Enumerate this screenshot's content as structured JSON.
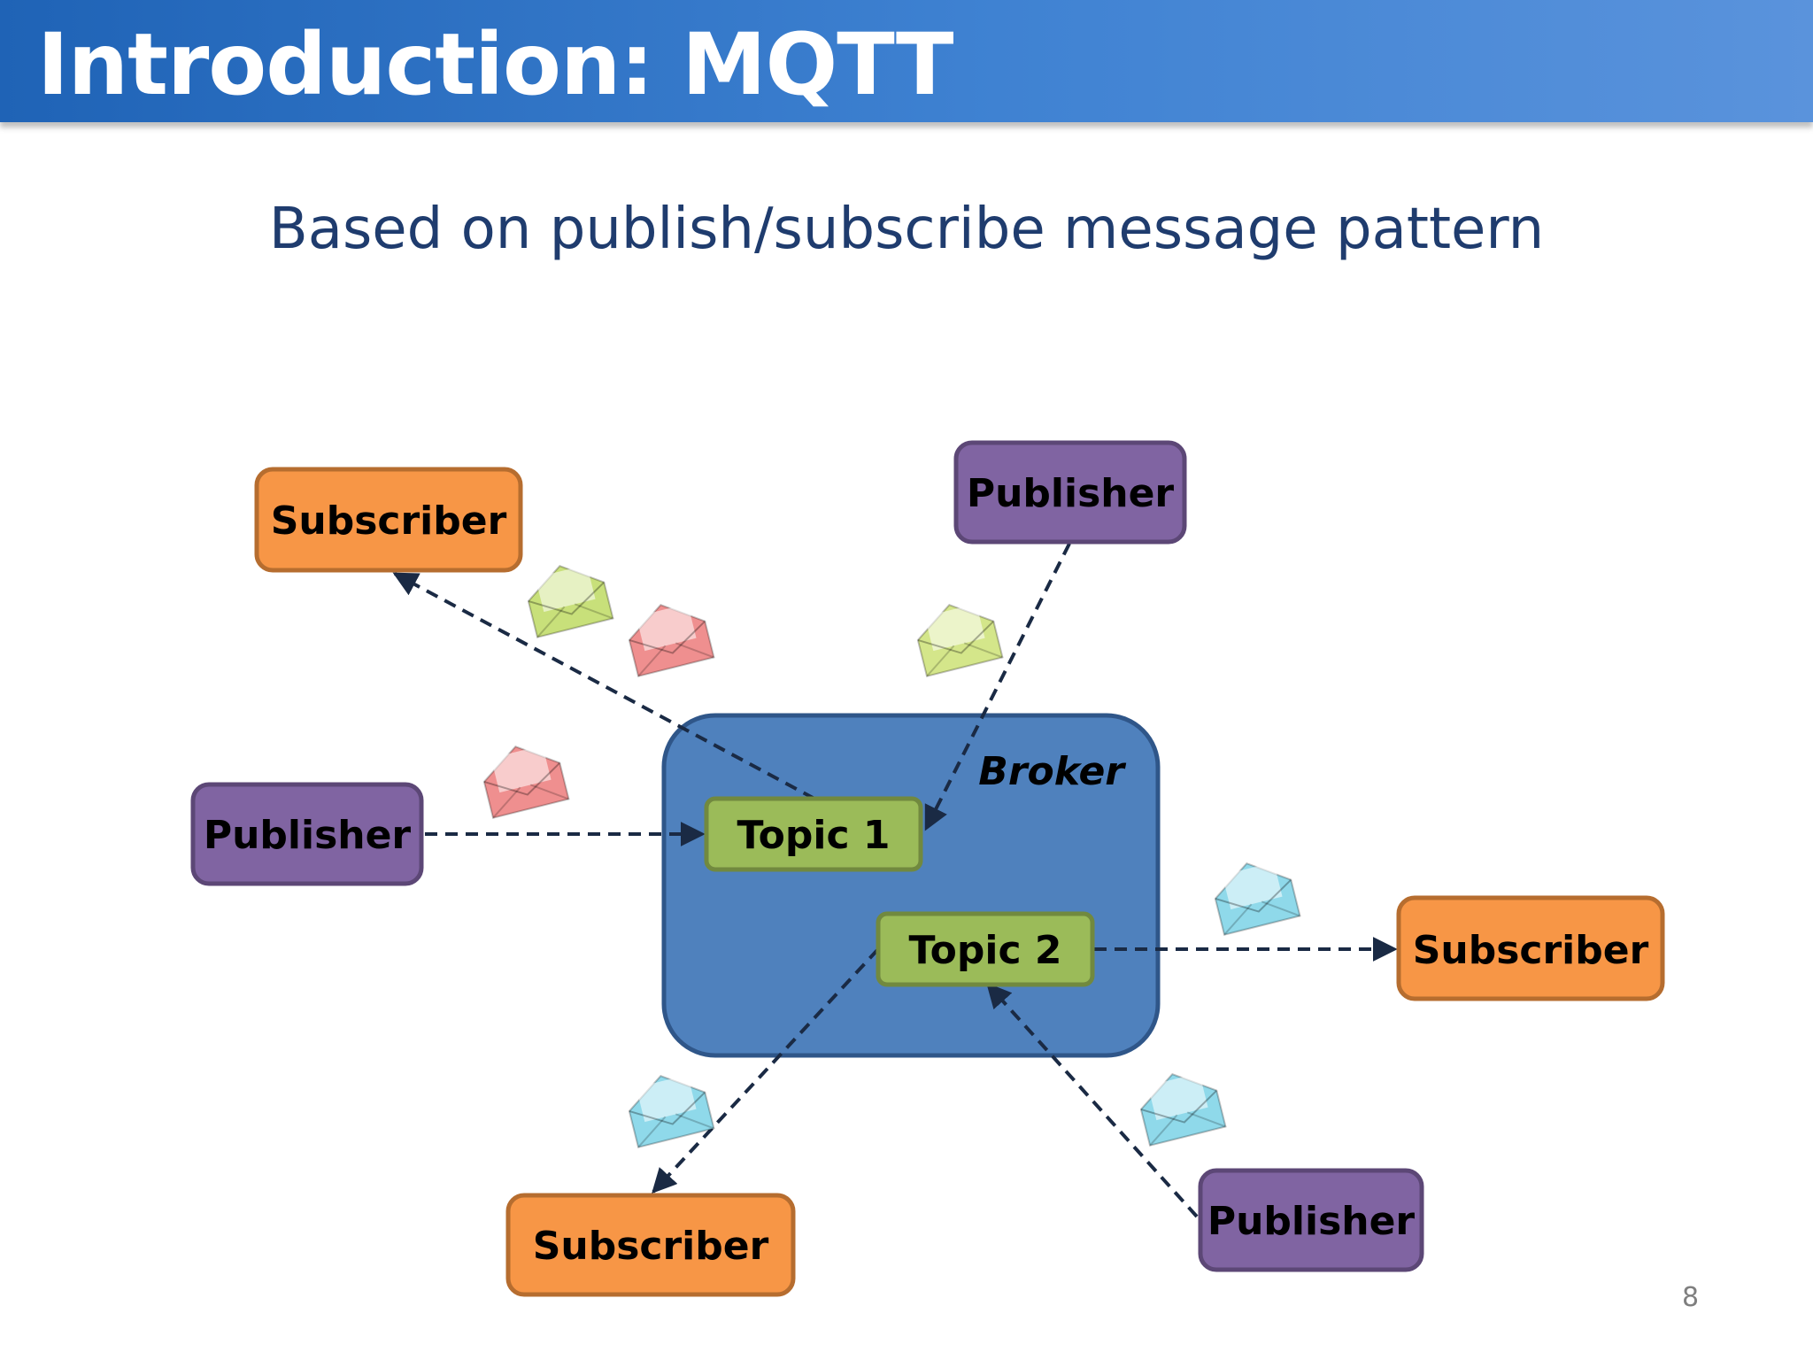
{
  "slide": {
    "title": "Introduction: MQTT",
    "subtitle": "Based on publish/subscribe message pattern",
    "page_number": "8"
  },
  "diagram": {
    "broker": {
      "label": "Broker"
    },
    "topics": [
      {
        "id": "topic1",
        "label": "Topic 1"
      },
      {
        "id": "topic2",
        "label": "Topic 2"
      }
    ],
    "nodes": [
      {
        "id": "subscriber-top-left",
        "role": "subscriber",
        "label": "Subscriber"
      },
      {
        "id": "publisher-top",
        "role": "publisher",
        "label": "Publisher"
      },
      {
        "id": "publisher-left",
        "role": "publisher",
        "label": "Publisher"
      },
      {
        "id": "subscriber-right",
        "role": "subscriber",
        "label": "Subscriber"
      },
      {
        "id": "subscriber-bottom",
        "role": "subscriber",
        "label": "Subscriber"
      },
      {
        "id": "publisher-bottom-right",
        "role": "publisher",
        "label": "Publisher"
      }
    ],
    "connections": [
      {
        "from": "publisher-left",
        "to": "topic1"
      },
      {
        "from": "publisher-top",
        "to": "topic1"
      },
      {
        "from": "topic1",
        "to": "subscriber-top-left"
      },
      {
        "from": "publisher-bottom-right",
        "to": "topic2"
      },
      {
        "from": "topic2",
        "to": "subscriber-right"
      },
      {
        "from": "topic2",
        "to": "subscriber-bottom"
      }
    ],
    "envelopes": [
      {
        "icon": "envelope-icon",
        "color": "#c8e07a"
      },
      {
        "icon": "envelope-icon",
        "color": "#ef8f8f"
      },
      {
        "icon": "envelope-icon",
        "color": "#d4e68a"
      },
      {
        "icon": "envelope-icon",
        "color": "#ef8f8f"
      },
      {
        "icon": "envelope-icon",
        "color": "#8fd9ea"
      },
      {
        "icon": "envelope-icon",
        "color": "#8fd9ea"
      },
      {
        "icon": "envelope-icon",
        "color": "#8fd9ea"
      }
    ],
    "colors": {
      "publisher": "#8064a2",
      "subscriber": "#f79646",
      "topic": "#9bbb59",
      "broker": "#4f81bd",
      "arrow": "#1a2a44"
    }
  }
}
